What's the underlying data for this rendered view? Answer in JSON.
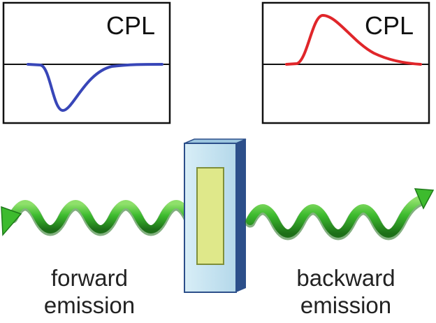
{
  "panels": {
    "left": {
      "label": "CPL",
      "curve_sign": "negative",
      "curve_color": "#3846b8"
    },
    "right": {
      "label": "CPL",
      "curve_sign": "positive",
      "curve_color": "#e0262a"
    }
  },
  "captions": {
    "forward": [
      "forward",
      "emission"
    ],
    "backward": [
      "backward",
      "emission"
    ]
  },
  "colors": {
    "wave_green": "#3dbb2e",
    "wave_dark_green": "#1f7a1a",
    "device_glass": "#c9e6f2",
    "device_edge": "#2c4f8a",
    "device_film": "#dfe88a"
  },
  "icons": {
    "wave": "spiral-light-wave",
    "device": "glass-plate-device"
  }
}
